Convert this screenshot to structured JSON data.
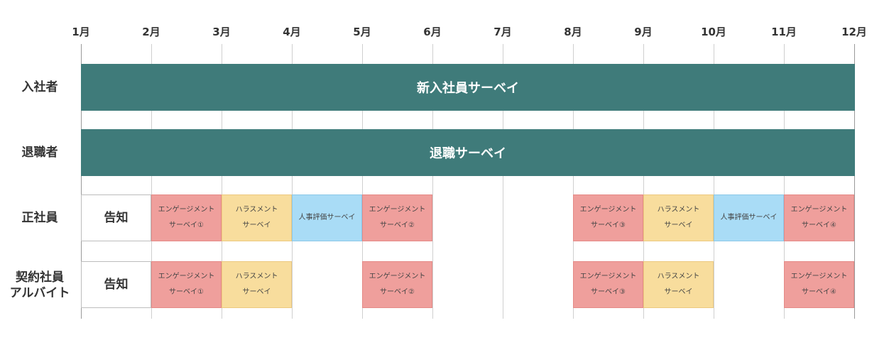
{
  "months": [
    "1月",
    "2月",
    "3月",
    "4月",
    "5月",
    "6月",
    "7月",
    "8月",
    "9月",
    "10月",
    "11月",
    "12月"
  ],
  "rows": {
    "new_hire": {
      "label": "入社者",
      "band": "新入社員サーベイ"
    },
    "leaver": {
      "label": "退職者",
      "band": "退職サーベイ"
    },
    "regular": {
      "label": "正社員"
    },
    "contract": {
      "label_line1": "契約社員",
      "label_line2": "アルバイト"
    }
  },
  "cells": {
    "notice": "告知",
    "engage_1": [
      "エンゲージメント",
      "サーベイ①"
    ],
    "engage_2": [
      "エンゲージメント",
      "サーベイ②"
    ],
    "engage_3": [
      "エンゲージメント",
      "サーベイ③"
    ],
    "engage_4": [
      "エンゲージメント",
      "サーベイ④"
    ],
    "harass": [
      "ハラスメント",
      "サーベイ"
    ],
    "eval": "人事評価サーベイ"
  },
  "colors": {
    "band": "#3f7b7a",
    "engagement": "#ef9f9c",
    "harassment": "#f8dd9d",
    "evaluation": "#a9dcf6",
    "notice": "#ffffff"
  }
}
